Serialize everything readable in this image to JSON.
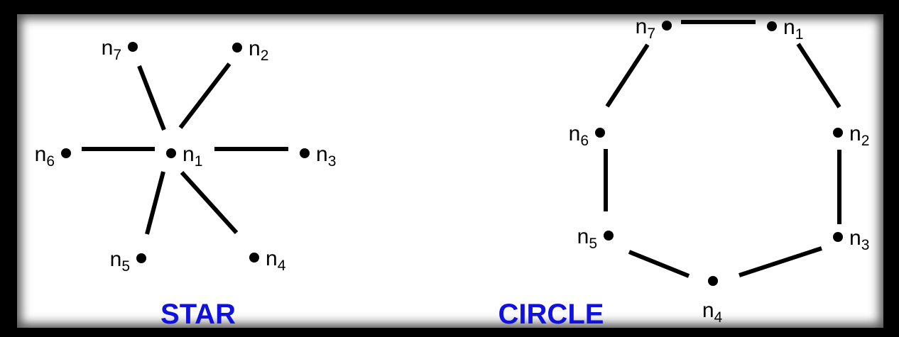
{
  "diagrams": [
    {
      "id": "star",
      "title": "STAR",
      "nodes": [
        {
          "id": "n1",
          "label": "n",
          "sub": "1"
        },
        {
          "id": "n2",
          "label": "n",
          "sub": "2"
        },
        {
          "id": "n3",
          "label": "n",
          "sub": "3"
        },
        {
          "id": "n4",
          "label": "n",
          "sub": "4"
        },
        {
          "id": "n5",
          "label": "n",
          "sub": "5"
        },
        {
          "id": "n6",
          "label": "n",
          "sub": "6"
        },
        {
          "id": "n7",
          "label": "n",
          "sub": "7"
        }
      ],
      "edges": [
        [
          "n1",
          "n2"
        ],
        [
          "n1",
          "n3"
        ],
        [
          "n1",
          "n4"
        ],
        [
          "n1",
          "n5"
        ],
        [
          "n1",
          "n6"
        ],
        [
          "n1",
          "n7"
        ]
      ]
    },
    {
      "id": "circle",
      "title": "CIRCLE",
      "nodes": [
        {
          "id": "n1",
          "label": "n",
          "sub": "1"
        },
        {
          "id": "n2",
          "label": "n",
          "sub": "2"
        },
        {
          "id": "n3",
          "label": "n",
          "sub": "3"
        },
        {
          "id": "n4",
          "label": "n",
          "sub": "4"
        },
        {
          "id": "n5",
          "label": "n",
          "sub": "5"
        },
        {
          "id": "n6",
          "label": "n",
          "sub": "6"
        },
        {
          "id": "n7",
          "label": "n",
          "sub": "7"
        }
      ],
      "edges": [
        [
          "n7",
          "n1"
        ],
        [
          "n1",
          "n2"
        ],
        [
          "n2",
          "n3"
        ],
        [
          "n3",
          "n4"
        ],
        [
          "n4",
          "n5"
        ],
        [
          "n5",
          "n6"
        ],
        [
          "n6",
          "n7"
        ]
      ]
    }
  ],
  "colors": {
    "title": "#1010e0",
    "ink": "#000000",
    "background": "#ffffff",
    "frame": "#000000"
  }
}
